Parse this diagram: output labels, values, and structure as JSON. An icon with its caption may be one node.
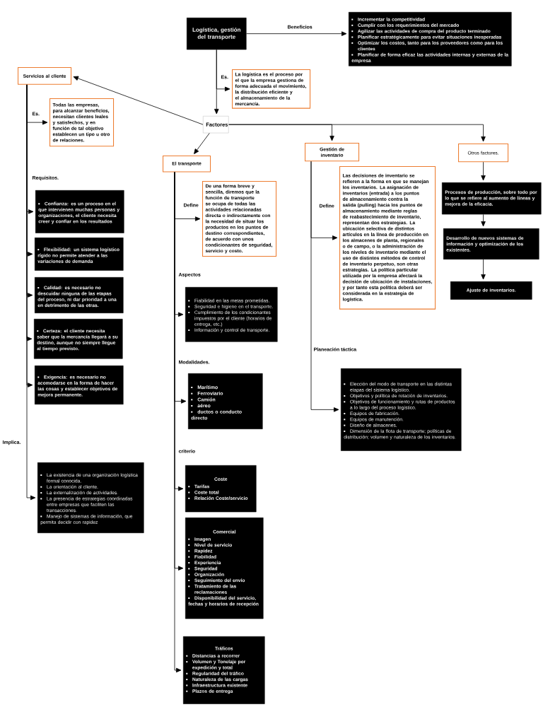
{
  "diagram": {
    "nodes": [
      {
        "text": [
          "Logística, gestión del transporte"
        ]
      },
      {
        "text": [
          "Incrementar la competitividad",
          "Cumplir con los requerimientos del mercado",
          "Agilizar las actividades de compra del producto terminado",
          "Planificar estratégicamente para evitar situaciones inesperadas",
          "Optimizar los costos, tanto para los proveedores como para los clientes",
          "Planificar de forma eficaz las actividades internas y externas de la empresa"
        ]
      },
      {
        "text": [
          "La logística es el proceso por el que la empresa gestiona de forma adecuada el movimiento, la distribución eficiente y el almacenamiento de la mercancía."
        ]
      },
      {
        "text": [
          "Factores"
        ]
      },
      {
        "text": [
          "Servicios al cliente"
        ]
      },
      {
        "text": [
          "Todas las empresas, para alcanzar beneficios, necesitan clientes leales y satisfechos, y en función de tal objetivo establecen un tipo u otro de relaciones."
        ]
      },
      {
        "text": [
          "Confianza:  es un proceso en el que intervienen muchas personas y organizaciones, el cliente necesita creer y confiar en los resultados"
        ]
      },
      {
        "text": [
          "Flexibilidad: un sistema logístico rígido no permite atender a las variaciones de demanda"
        ]
      },
      {
        "text": [
          "Calidad: es necesario no descuidar ninguna de las etapas del proceso, ni dar prioridad a una en detrimento de las otras."
        ]
      },
      {
        "text": [
          "Certeza: el cliente necesita saber que la mercancía llegará a su destino, aunque no siempre llegue al tiempo previsto."
        ]
      },
      {
        "text": [
          "Exigencia: es necesario no acomodarse en la forma de hacer las cosas y establecer objetivos de mejora permanente."
        ]
      },
      {
        "text": [
          "La existencia de una organización logística formal conocida.",
          "La orientación al cliente.",
          "La externalización de actividades.",
          "La presencia de estrategias coordinadas entre empresas que faciliten las transacciones.",
          "Manejo de sistemas de información, que permita decidir con rapidez"
        ]
      },
      {
        "text": [
          "El transporte"
        ]
      },
      {
        "text": [
          "De una forma breve y sencilla, diremos que la función de transporte se ocupa de todas las actividades relacionadas directa o indirectamente con la necesidad de situar los productos en los puntos de destino correspondientes, de acuerdo con unos condicionantes de seguridad, servicio y costo."
        ]
      },
      {
        "text": [
          "Fiabilidad en las metas prometidas.",
          "Seguridad e higiene en el transporte.",
          "Cumplimiento de los condicionantes impuestos por el cliente (horarios de entrega, etc.)",
          "Información y control de transporte."
        ]
      },
      {
        "text": [
          "Marítimo",
          "Ferroviario",
          "Camión",
          "aéreo",
          "ductos o conducto directo"
        ]
      },
      {
        "text": [
          "Coste",
          "Tarifas",
          "Coste total",
          "Relación Coste/servicio"
        ]
      },
      {
        "text": [
          "Comercial",
          "Imagen",
          "Nivel de servicio",
          "Rapidez",
          "Fiabilidad",
          "Experiencia",
          "Seguridad",
          "Organización",
          "Seguimiento del envío",
          "Tratamiento de las reclamaciones",
          "Disponibilidad del servicio, fechas y horarios de recepción"
        ]
      },
      {
        "text": [
          "Tráficos",
          "Distancias a recorrer",
          "Volumen y Tonelaje por expedición y total",
          "Regularidad del tráfico",
          "Naturaleza de las cargas",
          "Infraestructura existente",
          "Plazos de entrega"
        ]
      },
      {
        "text": [
          "Gestión de inventario"
        ]
      },
      {
        "text": [
          "Las decisiones de inventario se refieren a la forma en que se manejan los inventarios. La asignación de inventarios (entrada) a los puntos de almacenamiento contra la salida (pulling) hacia los puntos de almacenamiento mediante reglas de reabastecimiento de inventario, representan dos estrategias. La ubicación selectiva de distintos artículos en la línea de producción en los almacenes de planta, regionales o de campo, o la administración de los niveles de inventario mediante el uso de distintos métodos de control de inventario perpetuo, son otras estrategias. La política particular utilizada por la empresa afectará la decisión de ubicación de instalaciones, y por tanto esta política deberá ser considerada en la estrategia de logística."
        ]
      },
      {
        "text": [
          "Elección del modo de transporte en las distintas etapas del sistema logístico.",
          "Objetivos y política de rotación de inventarios.",
          "Objetivos de funcionamiento y rutas de productos a lo largo del proceso logístico.",
          "Equipos de fabricación.",
          "Equipos de manutención.",
          "Diseño de almacenes.",
          "Dimensión de la flota de transporte; políticas de distribución; volumen y naturaleza de los inventarios."
        ]
      },
      {
        "text": [
          "Otros factores."
        ]
      },
      {
        "text": [
          "Procesos de producción, sobre todo por lo que se refiere al aumento de líneas y mejora de la eficacia."
        ]
      },
      {
        "text": [
          "Desarrollo de nuevos sistemas de información y optimización de los existentes."
        ]
      },
      {
        "text": [
          "Ajuste de inventarios."
        ]
      }
    ],
    "edges": [
      {
        "from": 0,
        "to": 1,
        "arrow": "to",
        "label": "Beneficios"
      },
      {
        "from": 0,
        "to": 2,
        "arrow": "to",
        "label": "Es."
      },
      {
        "from": 0,
        "to": 3,
        "arrow": "to"
      },
      {
        "from": 3,
        "to": 4,
        "arrow": "to"
      },
      {
        "from": 3,
        "to": 12,
        "arrow": "to"
      },
      {
        "from": 3,
        "to": 19,
        "arrow": "to"
      },
      {
        "from": 3,
        "to": 22,
        "arrow": "to"
      },
      {
        "from": 4,
        "to": 5,
        "arrow": "to",
        "label": "Es."
      },
      {
        "from": 4,
        "to": 6,
        "arrow": "to",
        "label": "Requisitos."
      },
      {
        "from": 4,
        "to": 7,
        "arrow": "to"
      },
      {
        "from": 4,
        "to": 8,
        "arrow": "to"
      },
      {
        "from": 4,
        "to": 9,
        "arrow": "to"
      },
      {
        "from": 4,
        "to": 10,
        "arrow": "to"
      },
      {
        "from": 4,
        "to": 11,
        "arrow": "to",
        "label": "Implica."
      },
      {
        "from": 12,
        "to": 13,
        "arrow": "to",
        "label": "Define"
      },
      {
        "from": 12,
        "to": 14,
        "arrow": "to",
        "label": "Aspectos"
      },
      {
        "from": 12,
        "to": 15,
        "arrow": "to",
        "label": "Modalidades."
      },
      {
        "from": 12,
        "to": 16,
        "arrow": "to",
        "label": "criterio"
      },
      {
        "from": 12,
        "to": 17,
        "arrow": "to"
      },
      {
        "from": 12,
        "to": 18,
        "arrow": "to"
      },
      {
        "from": 19,
        "to": 20,
        "arrow": "to",
        "label": "Define"
      },
      {
        "from": 19,
        "to": 21,
        "arrow": "to",
        "label": "Planeación táctica"
      },
      {
        "from": 22,
        "to": 23,
        "arrow": "to"
      },
      {
        "from": 23,
        "to": 24,
        "arrow": "to"
      },
      {
        "from": 24,
        "to": 25,
        "arrow": "to"
      }
    ]
  }
}
